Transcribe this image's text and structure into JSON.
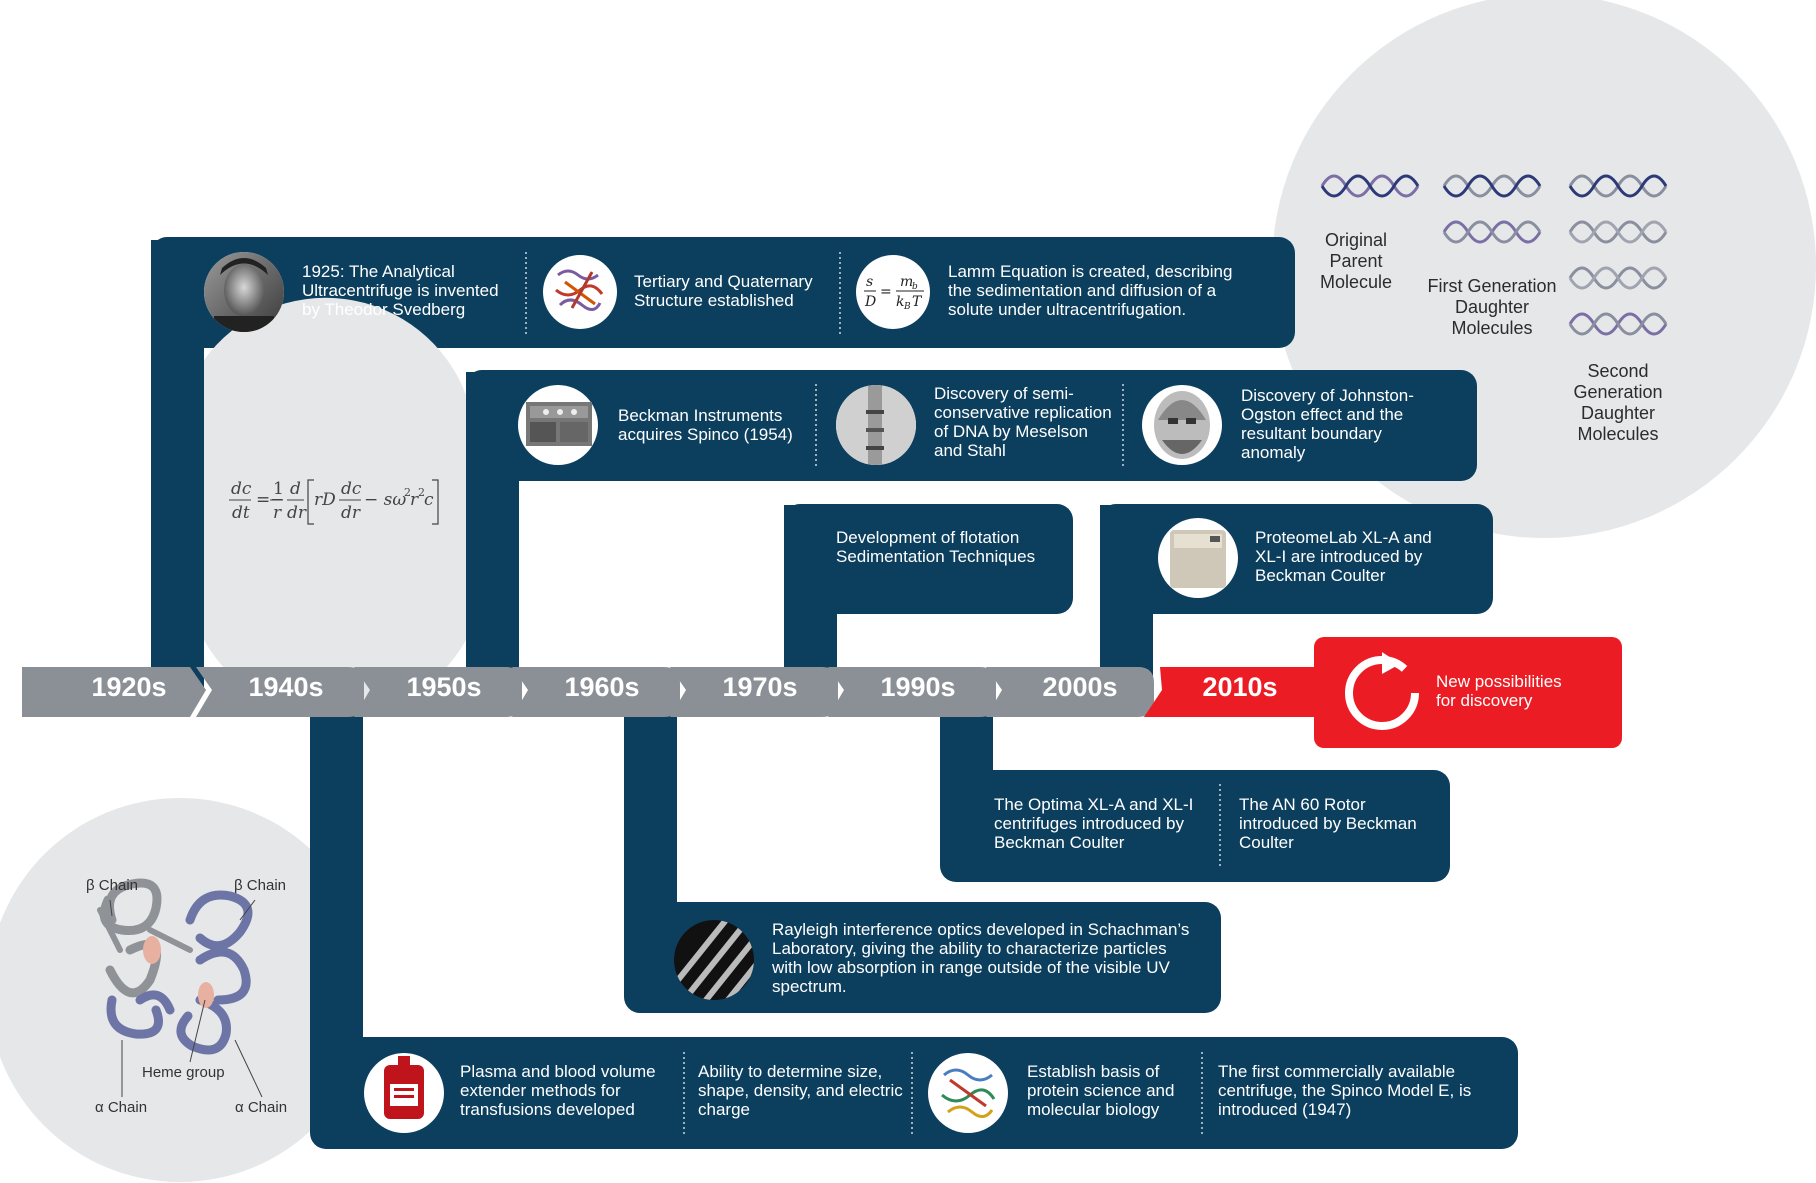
{
  "decades": [
    "1920s",
    "1940s",
    "1950s",
    "1960s",
    "1970s",
    "1990s",
    "2000s",
    "2010s"
  ],
  "events": {
    "svedberg": "1925: The Analytical Ultracentrifuge is invented by Theodor Svedberg",
    "tertiary": "Tertiary and Quaternary Structure established",
    "lamm": "Lamm Equation is created, describing the sedimentation and diffusion of a solute under ultracentrifugation.",
    "beckman_spinco": "Beckman Instruments acquires Spinco (1954)",
    "meselson": "Discovery of semi-conservative replication of DNA by Meselson and Stahl",
    "johnston": "Discovery of Johnston-Ogston effect and the resultant boundary anomaly",
    "flotation": "Development of flotation Sedimentation Techniques",
    "proteomelab": "ProteomeLab XL-A and XL-I are introduced by Beckman Coulter",
    "new_possibilities": "New possibilities for discovery",
    "optima": "The Optima XL-A and XL-I centrifuges introduced by Beckman Coulter",
    "an60": "The AN 60 Rotor introduced by Beckman Coulter",
    "rayleigh": "Rayleigh interference optics developed in Schachman’s Laboratory, giving the ability to characterize particles with low absorption in range outside of the visible UV spectrum.",
    "plasma": "Plasma and blood volume extender methods for transfusions developed",
    "ability": "Ability to determine size, shape, density, and electric charge",
    "protein_science": "Establish basis of protein science and molecular biology",
    "model_e": "The first commercially available centrifuge,  the Spinco Model E, is introduced (1947)"
  },
  "dna_labels": {
    "original": "Original Parent Molecule",
    "first": "First Generation Daughter Molecules",
    "second": "Second Generation Daughter Molecules"
  },
  "hemoglobin_labels": {
    "beta_left": "β Chain",
    "beta_right": "β Chain",
    "heme": "Heme group",
    "alpha_left": "α Chain",
    "alpha_right": "α Chain"
  },
  "lamm_inset": {
    "s": "s",
    "D": "D",
    "mb": "m",
    "mb_sub": "b",
    "kB": "k",
    "kB_sub": "B",
    "T": "T"
  },
  "pde": {
    "dc": "dc",
    "dt": "dt",
    "one": "1",
    "r": "r",
    "d": "d",
    "dr": "dr",
    "rD": "rD",
    "minus_s": "− sω",
    "r2c": "r",
    "c": "c",
    "sup2": "2"
  },
  "colors": {
    "navy": "#0c3f5e",
    "gray_band": "#8b9096",
    "red": "#ec1c24",
    "bubble": "#e6e7e8"
  }
}
